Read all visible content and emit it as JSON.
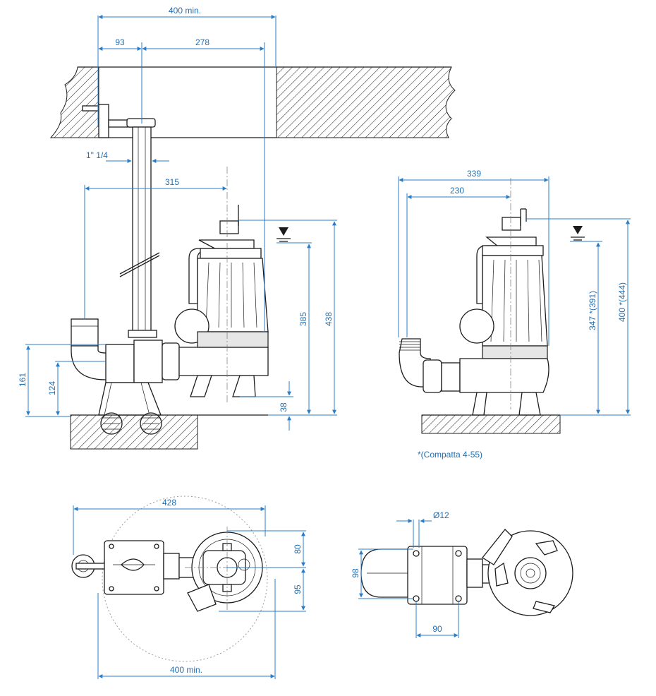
{
  "dimensions": {
    "width_overall": "400 min.",
    "offset_pipe": "93",
    "offset_pump": "278",
    "pipe_thread": "1\" 1/4",
    "rail_to_axis": "315",
    "height_161": "161",
    "height_124": "124",
    "height_385": "385",
    "height_438": "438",
    "height_38": "38",
    "compact_width": "339",
    "compact_axis": "230",
    "compact_level": "347 *(391)",
    "compact_height": "400 *(444)",
    "plan_length": "428",
    "plan_80": "80",
    "plan_95": "95",
    "plan_400": "400 min.",
    "bolt_hole": "Ø12",
    "base_98": "98",
    "base_90": "90"
  },
  "note": "*(Compatta 4-55)",
  "colors": {
    "dimension": "#2a7cc7",
    "drawing": "#1c1c1c"
  }
}
